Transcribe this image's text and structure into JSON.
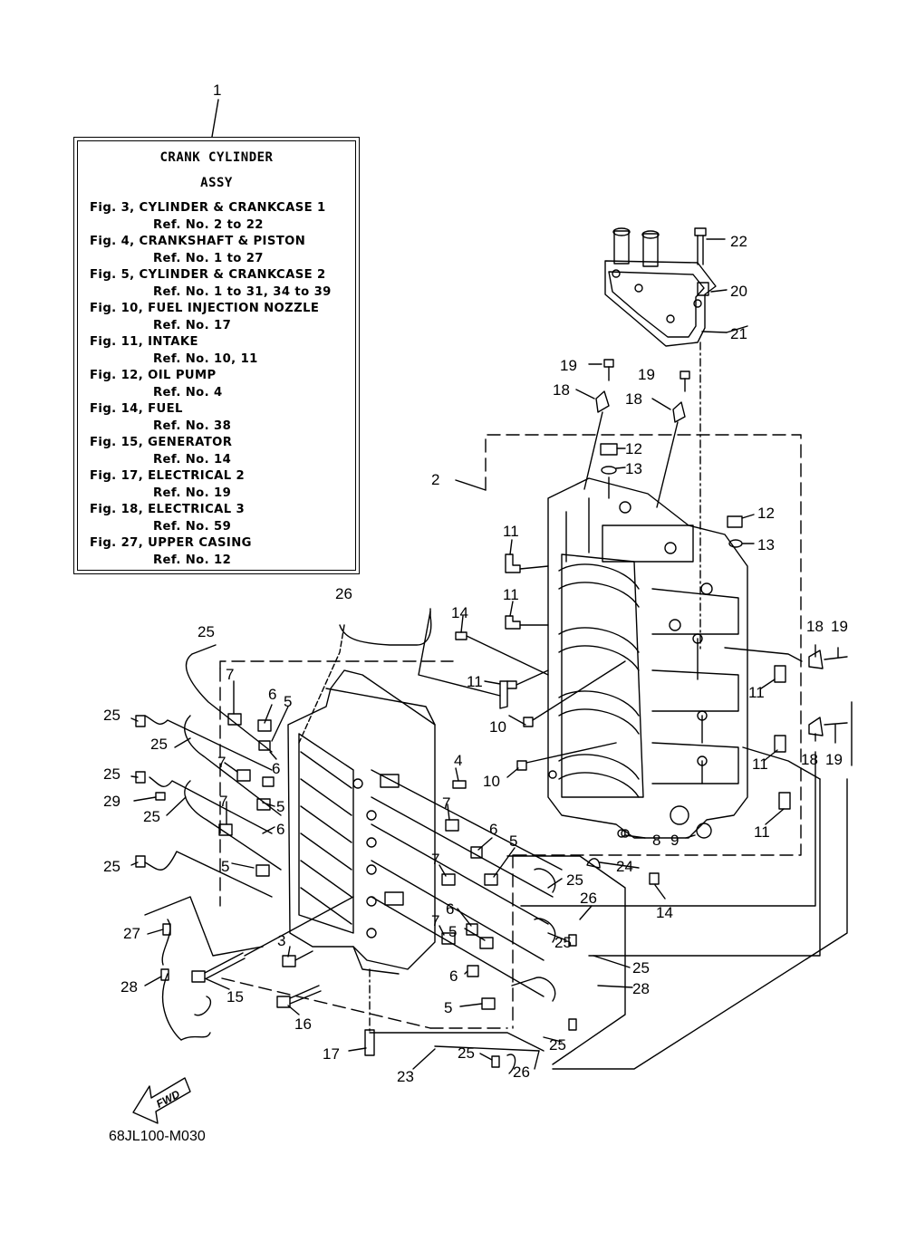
{
  "assembly": {
    "callout_number": "1",
    "title_line1": "CRANK CYLINDER",
    "title_line2": "ASSY",
    "references": [
      {
        "fig": "Fig. 3, CYLINDER & CRANKCASE 1",
        "ref": "Ref. No. 2 to 22"
      },
      {
        "fig": "Fig. 4, CRANKSHAFT & PISTON",
        "ref": "Ref. No. 1 to 27"
      },
      {
        "fig": "Fig. 5, CYLINDER & CRANKCASE 2",
        "ref": "Ref. No. 1 to 31, 34 to 39"
      },
      {
        "fig": "Fig. 10, FUEL INJECTION NOZZLE",
        "ref": "Ref. No. 17"
      },
      {
        "fig": "Fig. 11, INTAKE",
        "ref": "Ref. No. 10, 11"
      },
      {
        "fig": "Fig. 12, OIL PUMP",
        "ref": "Ref. No. 4"
      },
      {
        "fig": "Fig. 14, FUEL",
        "ref": "Ref. No. 38"
      },
      {
        "fig": "Fig. 15, GENERATOR",
        "ref": "Ref. No. 14"
      },
      {
        "fig": "Fig. 17, ELECTRICAL 2",
        "ref": "Ref. No. 19"
      },
      {
        "fig": "Fig. 18, ELECTRICAL 3",
        "ref": "Ref. No. 59"
      },
      {
        "fig": "Fig. 27, UPPER CASING",
        "ref": "Ref. No. 12"
      }
    ]
  },
  "fwd_label": "FWD",
  "part_code": "68JL100-M030",
  "callouts": {
    "c2": "2",
    "c3": "3",
    "c4": "4",
    "c5": "5",
    "c6": "6",
    "c7": "7",
    "c8": "8",
    "c9": "9",
    "c10": "10",
    "c11": "11",
    "c12": "12",
    "c13": "13",
    "c14": "14",
    "c15": "15",
    "c16": "16",
    "c17": "17",
    "c18": "18",
    "c19": "19",
    "c20": "20",
    "c21": "21",
    "c22": "22",
    "c23": "23",
    "c24": "24",
    "c25": "25",
    "c26": "26",
    "c27": "27",
    "c28": "28",
    "c29": "29"
  }
}
